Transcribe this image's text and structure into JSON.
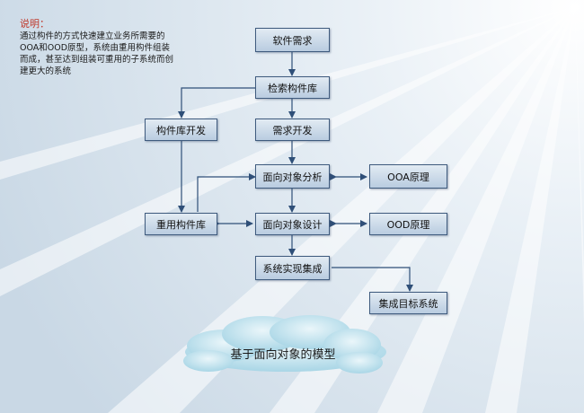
{
  "note": {
    "title": "说明：",
    "lines": [
      "通过构件的方式快速建立业务所需要的",
      "OOA和OOD原型，系统由重用构件组装",
      "而成，甚至达到组装可重用的子系统而创",
      "建更大的系统"
    ]
  },
  "nodes": {
    "requirements": "软件需求",
    "retrieve_library": "检索构件库",
    "component_dev": "构件库开发",
    "requirement_dev": "需求开发",
    "ooa": "面向对象分析",
    "ooa_prototype": "OOA原理",
    "reuse_library": "重用构件库",
    "ood": "面向对象设计",
    "ood_prototype": "OOD原理",
    "integration": "系统实现集成",
    "target_system": "集成目标系统"
  },
  "cloud_label": "基于面向对象的模型",
  "colors": {
    "box_border": "#3f5b7e",
    "arrow": "#2f4f78",
    "note_title": "#c0392b"
  }
}
